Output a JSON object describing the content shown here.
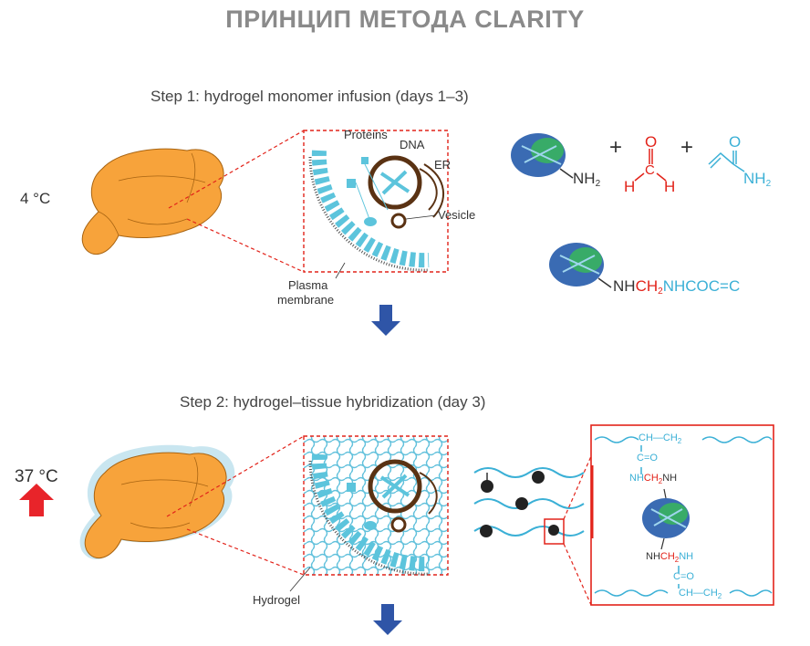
{
  "title": "ПРИНЦИП МЕТОДА CLARITY",
  "step1": {
    "label": "Step 1: hydrogel monomer infusion (days 1–3)",
    "temperature": "4 °C",
    "labels": {
      "proteins": "Proteins",
      "dna": "DNA",
      "er": "ER",
      "vesicle": "Vesicle",
      "plasma": "Plasma",
      "membrane": "membrane"
    },
    "reaction": {
      "nh2": "NH",
      "nh2_sub": "2",
      "plus": "+",
      "formaldehyde_o": "O",
      "formaldehyde_c": "C",
      "formaldehyde_h": "H",
      "acrylamide_o": "O",
      "acrylamide_nh2": "NH",
      "acrylamide_sub": "2",
      "product_nh": "NH",
      "product_ch2": "CH",
      "product_ch2_sub": "2",
      "product_rest": "NHCOC=C"
    }
  },
  "step2": {
    "label": "Step 2: hydrogel–tissue hybridization (day 3)",
    "temperature": "37 °C",
    "labels": {
      "hydrogel": "Hydrogel"
    },
    "detail": {
      "top_chain": "CH—CH",
      "top_chain_sub": "2",
      "c_o": "C=O",
      "top_link_nh": "NH",
      "top_link_ch2": "CH",
      "top_link_sub": "2",
      "top_link_nh2": "NH",
      "bottom_link_nh": "NH",
      "bottom_link_ch2": "CH",
      "bottom_link_sub": "2",
      "bottom_link_nh2": "NH",
      "bottom_c_o": "C=O",
      "bottom_chain": "CH—CH",
      "bottom_chain_sub": "2"
    }
  },
  "colors": {
    "brain": "#f7a33b",
    "brain_outline": "#a86412",
    "cyan": "#5cc4dc",
    "dashed_red": "#e2231a",
    "arrow_blue": "#2f55a7",
    "arrow_red": "#e8242a",
    "hydrogel_halo": "#c9e6f0"
  }
}
